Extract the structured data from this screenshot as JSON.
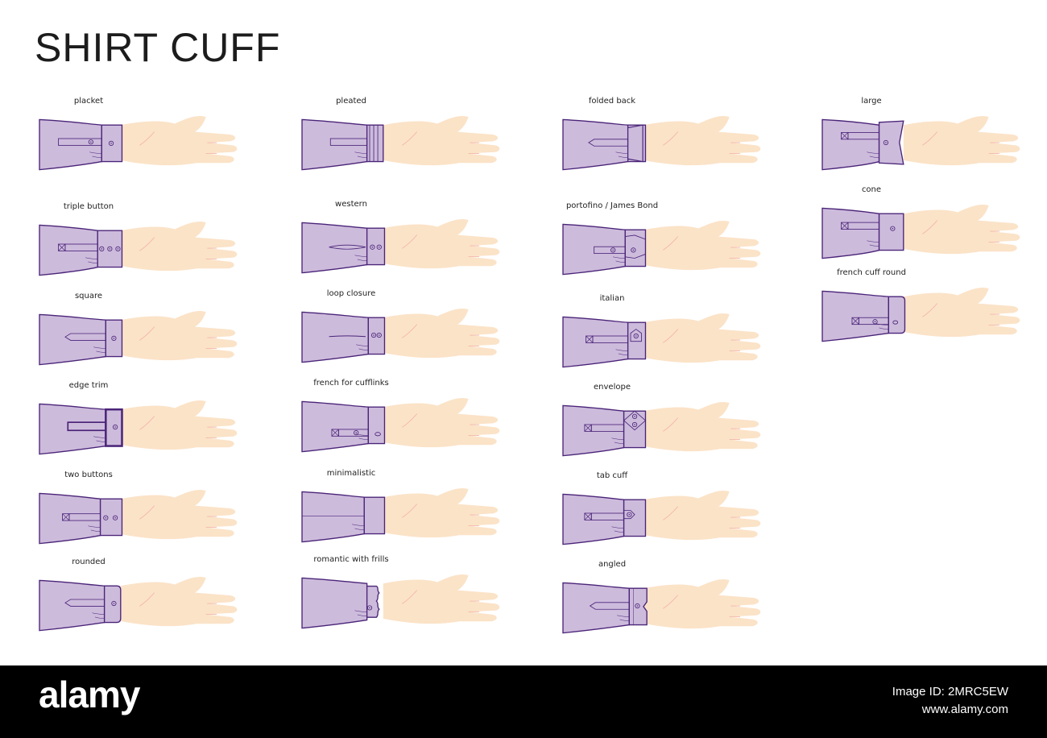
{
  "title": "SHIRT CUFF",
  "colors": {
    "sleeve_fill": "#cdbbdc",
    "sleeve_stroke": "#4a2478",
    "skin": "#fbe3c8",
    "finger_line": "#f2b6a8",
    "footer_bg": "#000000"
  },
  "cuffs": [
    {
      "label": "placket",
      "style": "placket"
    },
    {
      "label": "triple button",
      "style": "triple-button"
    },
    {
      "label": "square",
      "style": "square"
    },
    {
      "label": "edge trim",
      "style": "edge-trim"
    },
    {
      "label": "two buttons",
      "style": "two-buttons"
    },
    {
      "label": "rounded",
      "style": "rounded"
    },
    {
      "label": "pleated",
      "style": "pleated"
    },
    {
      "label": "western",
      "style": "western"
    },
    {
      "label": "loop closure",
      "style": "loop-closure"
    },
    {
      "label": "french for cufflinks",
      "style": "french-for-cufflinks"
    },
    {
      "label": "minimalistic",
      "style": "minimalistic"
    },
    {
      "label": "romantic with frills",
      "style": "romantic-with-frills"
    },
    {
      "label": "folded back",
      "style": "folded-back"
    },
    {
      "label": "portofino / James Bond",
      "style": "portofino"
    },
    {
      "label": "italian",
      "style": "italian"
    },
    {
      "label": "envelope",
      "style": "envelope"
    },
    {
      "label": "tab cuff",
      "style": "tab-cuff"
    },
    {
      "label": "angled",
      "style": "angled"
    },
    {
      "label": "large",
      "style": "large"
    },
    {
      "label": "cone",
      "style": "cone"
    },
    {
      "label": "french cuff round",
      "style": "french-cuff-round"
    }
  ],
  "footer": {
    "logo": "alamy",
    "image_id": "Image ID: 2MRC5EW",
    "url": "www.alamy.com"
  }
}
